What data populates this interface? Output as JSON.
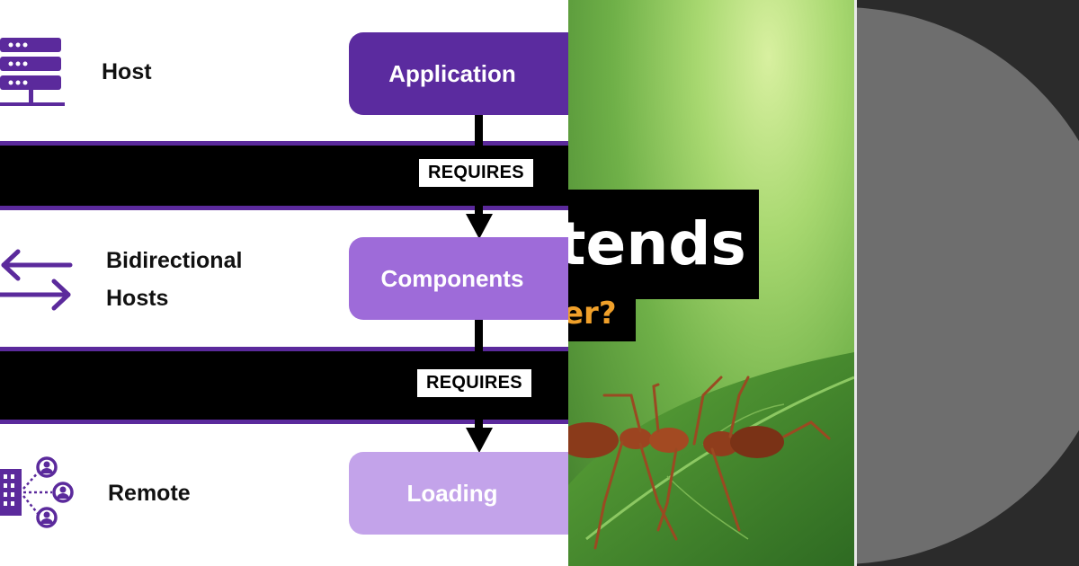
{
  "rows": [
    {
      "label": "Host",
      "icon": "server-icon"
    },
    {
      "label_line1": "Bidirectional",
      "label_line2": "Hosts",
      "icon": "bidirectional-arrows-icon"
    },
    {
      "label": "Remote",
      "icon": "network-people-icon"
    }
  ],
  "nodes": {
    "application": "Application",
    "components": "Components",
    "loading": "Loading"
  },
  "relations": {
    "first": "REQUIRES",
    "second": "REQUIRES"
  },
  "photo": {
    "headline": "tends",
    "subline": "er?"
  },
  "colors": {
    "purple_dark": "#5b2b9f",
    "purple_mid": "#9e6bd9",
    "purple_light": "#c3a3ea",
    "accent_orange": "#f0a02a"
  }
}
